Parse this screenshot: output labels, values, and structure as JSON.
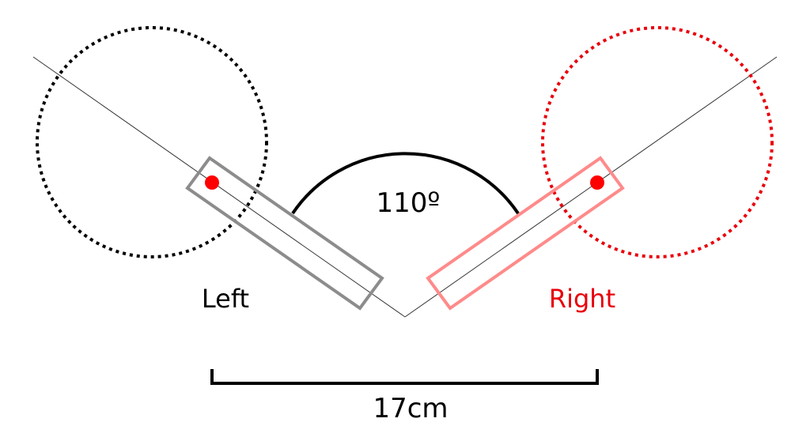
{
  "angle_label": "110º",
  "left_label": "Left",
  "right_label": "Right",
  "distance_label": "17cm",
  "colors": {
    "left_circle": "#000000",
    "right": "#e8000b",
    "left_rect": "#8c8c8c",
    "right_rect": "#ff8a8a",
    "dot": "#ff0000"
  }
}
